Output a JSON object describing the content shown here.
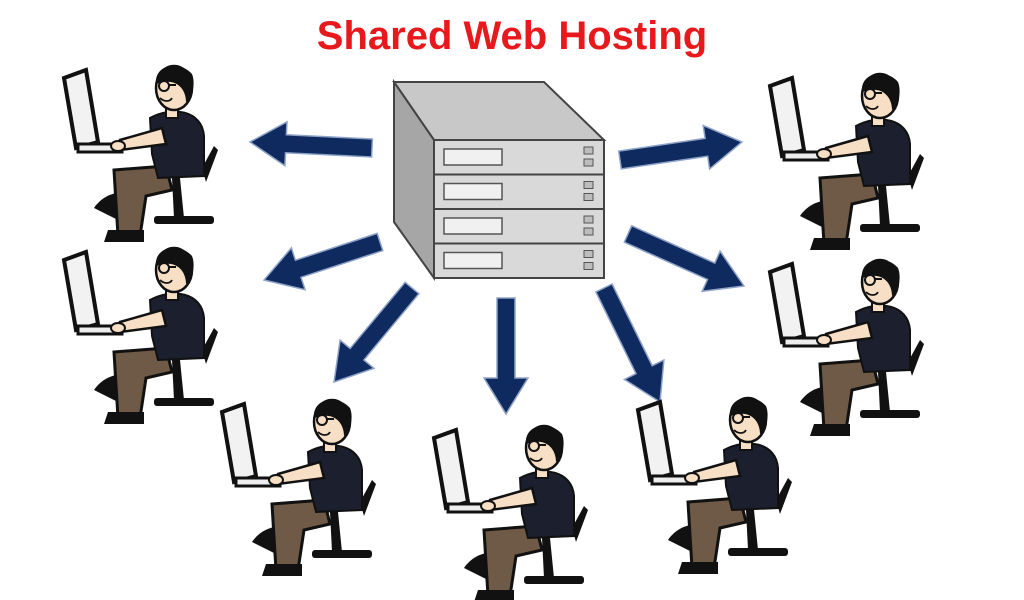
{
  "title": "Shared Web Hosting",
  "colors": {
    "title": "#e8191c",
    "arrow": "#0f2a5e",
    "server_face": "#d9d9d9",
    "server_side": "#a6a6a6",
    "server_top": "#c8c8c8",
    "shirt": "#1b1f2e",
    "pants": "#6e5a46",
    "skin": "#f7dfc6",
    "hair": "#111111"
  },
  "icons": {
    "server": "server-stack-icon",
    "user": "user-at-computer-icon",
    "arrow": "arrow-icon"
  },
  "server": {
    "units": 4
  },
  "users_count": 7
}
